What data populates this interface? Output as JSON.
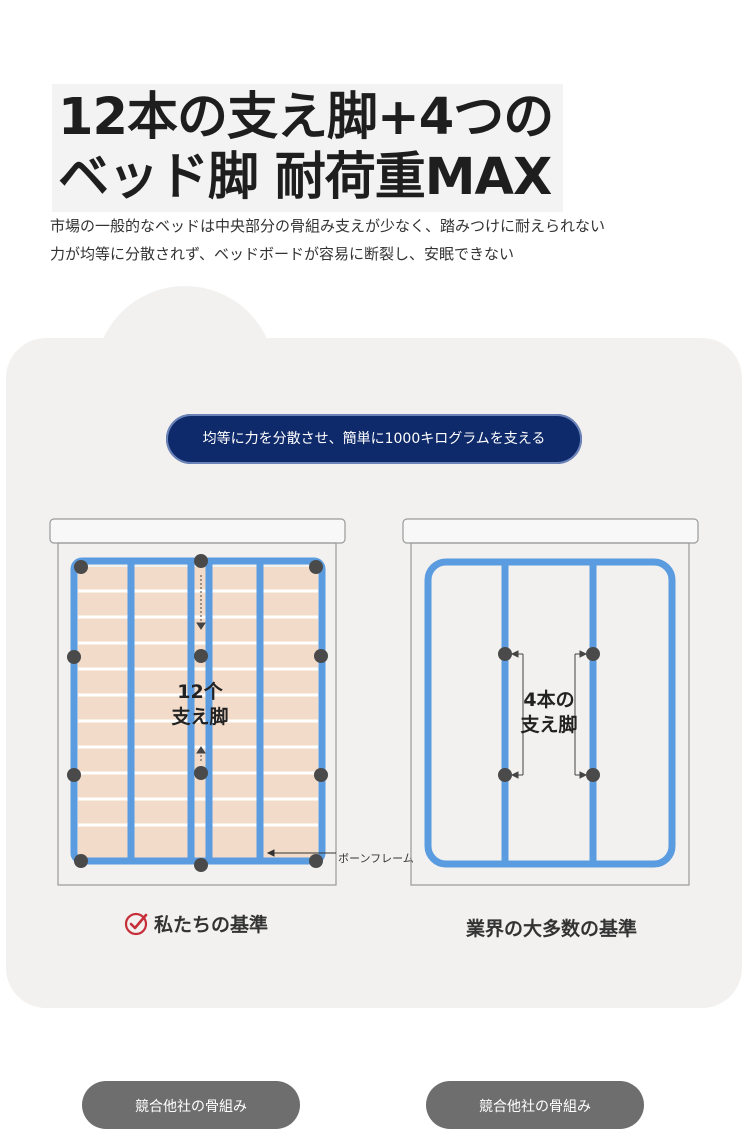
{
  "header": {
    "title_line1": "12本の支え脚+4つの",
    "title_line2": "ベッド脚 耐荷重MAX",
    "desc_line1": "市場の一般的なベッドは中央部分の骨組み支えが少なく、踏みつけに耐えられない",
    "desc_line2": "力が均等に分散されず、ベッドボードが容易に断裂し、安眠できない"
  },
  "banner": {
    "text": "均等に力を分散させ、簡単に1000キログラムを支える"
  },
  "left_diagram": {
    "legs_line1": "12个",
    "legs_line2": "支え脚",
    "frame_label": "ボーンフレーム",
    "caption": "私たちの基準",
    "check_icon": "check-circle-icon"
  },
  "right_diagram": {
    "legs_line1": "4本の",
    "legs_line2": "支え脚",
    "caption": "業界の大多数の基準"
  },
  "buttons": {
    "left_label": "競合他社の骨組み",
    "right_label": "競合他社の骨組み"
  },
  "colors": {
    "frame_blue": "#5b9be0",
    "banner_navy": "#0f2a6b",
    "check_red": "#c62f3a",
    "slat_wood": "#f2dcc9"
  }
}
